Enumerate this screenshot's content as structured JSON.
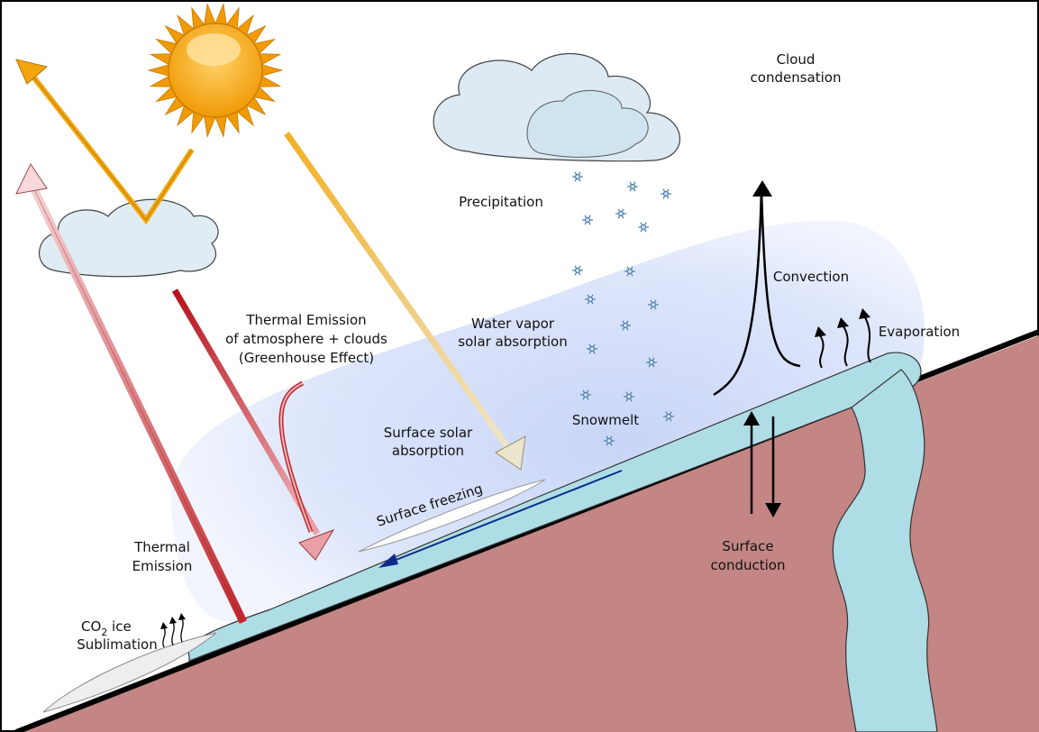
{
  "labels": {
    "cloud_condensation_1": "Cloud",
    "cloud_condensation_2": "condensation",
    "precipitation": "Precipitation",
    "convection": "Convection",
    "evaporation": "Evaporation",
    "thermal_emission_atm_1": "Thermal Emission",
    "thermal_emission_atm_2": "of atmosphere + clouds",
    "thermal_emission_atm_3": "(Greenhouse Effect)",
    "water_vapor_1": "Water vapor",
    "water_vapor_2": "solar absorption",
    "surface_solar_1": "Surface solar",
    "surface_solar_2": "absorption",
    "snowmelt": "Snowmelt",
    "surface_freezing": "Surface freezing",
    "surface_conduction_1": "Surface",
    "surface_conduction_2": "conduction",
    "thermal_emission_1": "Thermal",
    "thermal_emission_2": "Emission",
    "co2_main": "CO",
    "co2_sub": "2",
    "co2_rest": " ice",
    "sublimation": "Sublimation"
  },
  "colors": {
    "ground": "#c48585",
    "water": "#aedde6",
    "sun": "#f2a60c",
    "reflected_arrow": "#f2b024",
    "thermal_arrow": "#c1272d",
    "outgoing_thermal": "#f6c3c6"
  }
}
